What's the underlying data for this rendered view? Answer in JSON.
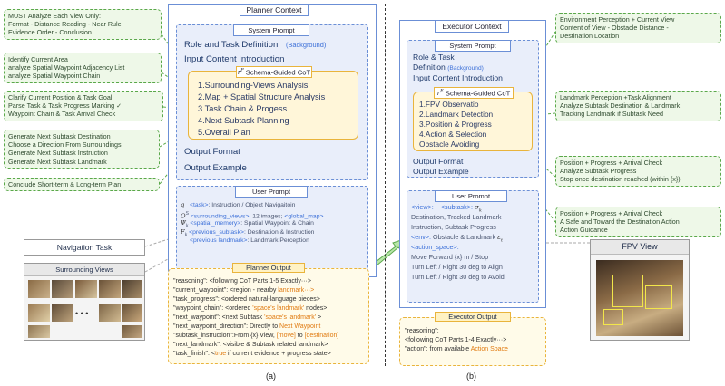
{
  "planner": {
    "context_title": "Planner Context",
    "system_prompt_title": "System Prompt",
    "role": "Role and Task Definition",
    "role_tag": "(Background)",
    "input_intro": "Input Content Introduction",
    "cot_title": "Schema-Guided CoT",
    "cot_items": [
      "1.Surrounding-Views Analysis",
      "2.Map + Spatial Structure Analysis",
      "3.Task Chain & Progess",
      "4.Next Subtask Planning",
      "5.Overall Plan"
    ],
    "output_format": "Output Format",
    "output_example": "Output Example",
    "user_prompt_title": "User Prompt",
    "user_prompt": [
      {
        "sym": "q",
        "key": "<task>",
        "desc": ": Instruction / Object Navigaitoin"
      },
      {
        "sym": "O",
        "key": "<surrounding_views>",
        "desc": ": 12 images;",
        "key2": "<global_map>"
      },
      {
        "sym": "Ψ",
        "key": "<spatial_memory>",
        "desc": ": Spatial Waypoint & Chain"
      },
      {
        "sym": "F",
        "key": "<previous_subtask>",
        "desc": ": Destination & Instruction"
      },
      {
        "sym": "",
        "key": "<previous landmark>",
        "desc": ": Landmark Perception"
      }
    ],
    "output_title": "Planner Output",
    "output_lines": [
      {
        "k": "\"reasoning\":",
        "v": " <following CoT Parts 1-5 Exactly···>",
        "o": ""
      },
      {
        "k": "\"current_waypoint\":",
        "v": " <region - nearby",
        "o": " landmark···>"
      },
      {
        "k": "\"task_progress\":",
        "v": " <ordered natural-language pieces>",
        "o": ""
      },
      {
        "k": "\"waypoint_chain\":",
        "v": " <ordered",
        "o": " 'space's landmark'",
        "v2": " nodes>"
      },
      {
        "k": "\"next_waypoint\":",
        "v": " <next Subtask",
        "o": " 'space's landmark'",
        "v2": " >"
      },
      {
        "k": "\"next_waypoint_direction\":",
        "v": " Directly to",
        "o": " Next Waypoint"
      },
      {
        "k": "\"subtask_instruction\":",
        "v": "From {x} View,",
        "o": " [move]",
        "v2": " to",
        "o2": " [destination]"
      },
      {
        "k": "\"next_landmark\":",
        "v": " <visible & Subtask related landmark>",
        "o": ""
      },
      {
        "k": "\"task_finish\":",
        "v": " <",
        "o": "true",
        "v2": " if current evidence + progress state>"
      }
    ]
  },
  "executor": {
    "context_title": "Executor Context",
    "system_prompt_title": "System Prompt",
    "role1": "Role & Task",
    "role2": "Definition",
    "role_tag": "(Background)",
    "input_intro": "Input Content Introduction",
    "cot_title": "Schema-Guided CoT",
    "cot_items": [
      "1.FPV Observatio",
      "2.Landmark Detection",
      "3.Position & Progress",
      "4.Action & Selection",
      "Obstacle Avoiding"
    ],
    "output_format": "Output Format",
    "output_example": "Output Example",
    "user_prompt_title": "User Prompt",
    "user_prompt": {
      "view": "<view>:",
      "subtask": "<subtask>:",
      "line2": "Destination, Tracked Landmark",
      "line3": "Instruction, Subtask Progress",
      "env": "<env>:",
      "env_desc": " Obstacle & Landmark",
      "action_space": "<action_space>:",
      "actions": [
        "Move Forward {x} m  /  Stop",
        "Turn Left / Right 30 deg to Align",
        "Turn Left / Right 30 deg to Avoid"
      ]
    },
    "output_title": "Executor Output",
    "output_lines": [
      "\"reasoning\":",
      "  <following CoT Parts 1-4 Exactly···>",
      "\"action\": from available"
    ],
    "output_action_space": "Action Space"
  },
  "left_notes": [
    [
      "MUST Analyze Each View Only:",
      "Format - Distance Reading - Near Rule",
      "Evidence Order - Conclusion"
    ],
    [
      "Identify Current Area",
      "analyze Spatial Waypoint Adjacency List",
      "analyze Spatial Waypoint Chain"
    ],
    [
      "Clarify Current Position & Task Goal",
      "Parse Task & Task Progress Marking ✓",
      "Waypoint Chain & Task Arrival Check"
    ],
    [
      "Generate Next Subtask Destination",
      "Choose a Direction From Surroundings",
      "Generate Next Subtask Instruction",
      "Generate Next Subtask Landmark"
    ],
    [
      "Conclude Short-term & Long-term Plan"
    ]
  ],
  "right_notes": [
    [
      "Environment Perception + Current View",
      "Content of View - Obstacle Distance -",
      "Destination Location"
    ],
    [
      "Landmark Perception +Task Alignment",
      "Analyze Subtask Destination & Landmark",
      "Tracking Landmark if Subtask Need"
    ],
    [
      "Position + Progress + Arrival Check",
      "Analyze Subtask Progress",
      "Stop once destination reached (within {x})"
    ],
    [
      "Position + Progress + Arrival Check",
      "A Safe and Toward the Destination Action",
      "Action Guidance"
    ]
  ],
  "navigation_task": "Navigation Task",
  "surrounding_views": "Surrounding Views",
  "ellipsis": "• • •",
  "fpv_view": "FPV View",
  "label_a": "(a)",
  "label_b": "(b)",
  "colors": {
    "green": "#5aa84a",
    "blue": "#6b8fd6",
    "yellow": "#e9b43c",
    "orange": "#e07a10"
  }
}
